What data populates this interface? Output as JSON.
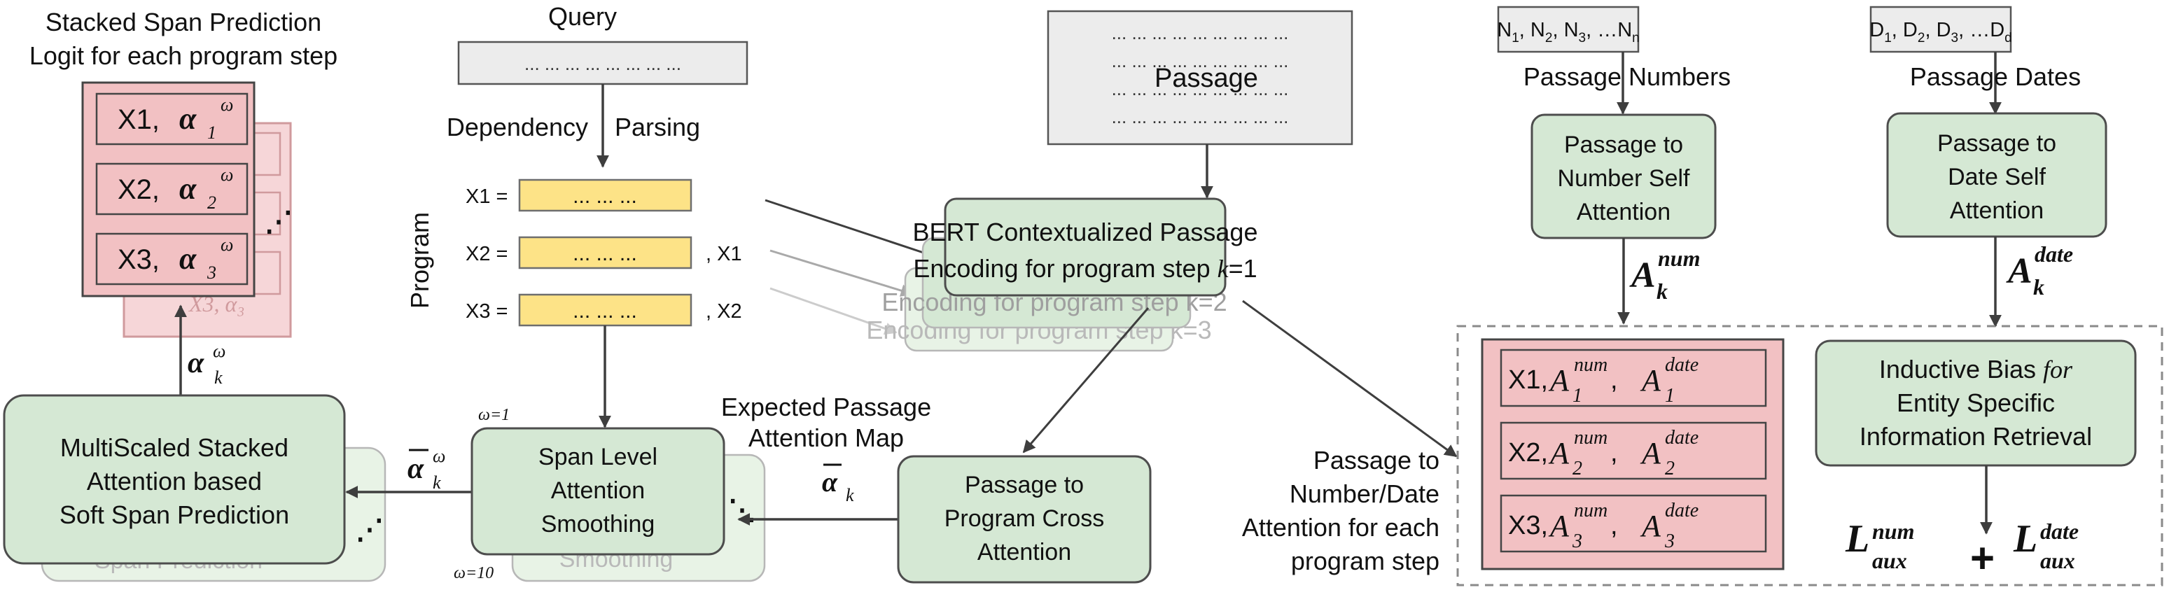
{
  "top_left": {
    "title_line1": "Stacked Span Prediction",
    "title_line2": "Logit for each program step",
    "rows": [
      "X1,",
      "X2,",
      "X3,"
    ],
    "alpha": "α",
    "subs": [
      "1",
      "2",
      "3"
    ],
    "omega": "ω",
    "ellipsis": "⋰"
  },
  "query": {
    "label": "Query",
    "box_text": "... ... ... ... ... ... ... ...",
    "dep_left": "Dependency",
    "dep_right": "Parsing"
  },
  "program": {
    "axis_label": "Program",
    "rows": [
      {
        "label": "X1 =",
        "slot": "... ... ...",
        "suffix": ""
      },
      {
        "label": "X2 =",
        "slot": "... ... ...",
        "suffix": ", X1"
      },
      {
        "label": "X3 =",
        "slot": "... ... ...",
        "suffix": ", X2"
      }
    ]
  },
  "passage": {
    "label": "Passage",
    "dots_lines": [
      "... ... ... ... ... ... ... ... ...",
      "... ... ... ... ... ... ... ... ...",
      "... ... ... ... ... ... ... ... ...",
      "... ... ... ... ... ... ... ... ..."
    ]
  },
  "bert": {
    "line1": "BERT Contextualized Passage",
    "line2_prefix": "Encoding for program step ",
    "step_var": "k",
    "line2_suffix": "=1",
    "ghost1": "Encoding for program step k=2",
    "ghost2": "Encoding for program step k=3"
  },
  "numbers": {
    "tokens": [
      {
        "base": "N",
        "sub": "1",
        "sep": ", "
      },
      {
        "base": "N",
        "sub": "2",
        "sep": ", "
      },
      {
        "base": "N",
        "sub": "3",
        "sep": ", …"
      },
      {
        "base": "N",
        "sub": "n",
        "sep": ""
      }
    ],
    "caption": "Passage Numbers",
    "attn_lines": [
      "Passage to",
      "Number Self",
      "Attention"
    ],
    "symbol": "A",
    "sub": "k",
    "sup": "num"
  },
  "dates": {
    "tokens": [
      {
        "base": "D",
        "sub": "1",
        "sep": ", "
      },
      {
        "base": "D",
        "sub": "2",
        "sep": ", "
      },
      {
        "base": "D",
        "sub": "3",
        "sep": ", …"
      },
      {
        "base": "D",
        "sub": "d",
        "sep": ""
      }
    ],
    "caption": "Passage Dates",
    "attn_lines": [
      "Passage to",
      "Date Self",
      "Attention"
    ],
    "symbol": "A",
    "sub": "k",
    "sup": "date"
  },
  "multiscaled": {
    "lines": [
      "MultiScaled Stacked",
      "Attention based",
      "Soft Span Prediction"
    ],
    "ghost": "Span Prediction",
    "alpha_top": "α",
    "sub": "k",
    "omega": "ω"
  },
  "span_level": {
    "lines": [
      "Span Level",
      "Attention",
      "Smoothing"
    ],
    "ghost": "Smoothing",
    "omega_top": "ω=1",
    "omega_bottom": "ω=10"
  },
  "expected": {
    "line1": "Expected Passage",
    "line2": "Attention Map",
    "symbol": "α",
    "sub": "k"
  },
  "cross": {
    "lines": [
      "Passage to",
      "Program Cross",
      "Attention"
    ]
  },
  "num_date_caption": {
    "lines": [
      "Passage to",
      "Number/Date",
      "Attention for each",
      "program step"
    ]
  },
  "xrows": {
    "rows": [
      {
        "label": "X1,",
        "sub": "1"
      },
      {
        "label": "X2,",
        "sub": "2"
      },
      {
        "label": "X3,",
        "sub": "3"
      }
    ],
    "symbol": "A",
    "sup_num": "num",
    "sup_date": "date"
  },
  "inductive": {
    "line1": "Inductive Bias",
    "for_word": "for",
    "line2": "Entity Specific",
    "line3": "Information Retrieval"
  },
  "loss": {
    "symbol": "L",
    "sup1": "num",
    "sub1": "aux",
    "plus": "+",
    "sup2": "date",
    "sub2": "aux"
  },
  "colors": {
    "green_fill": "#d5e8d4",
    "green_stroke": "#4d4d4d",
    "ghost_green_fill": "#e8f3e6",
    "ghost_stroke": "#b7b7b7",
    "pink_fill": "#f2c1c3",
    "pink_stroke": "#454545",
    "ghost_pink_fill": "#f6d6d8",
    "ghost_pink_stroke": "#d09a9d",
    "gray_fill": "#ececec",
    "yellow_fill": "#fde387",
    "yellow_stroke": "#6e6e6e",
    "arrow": "#3e3e3e",
    "ghost_arrow_1": "#a9a9a9",
    "ghost_arrow_2": "#cccccc",
    "ghost_text": "#b9b9b9"
  }
}
